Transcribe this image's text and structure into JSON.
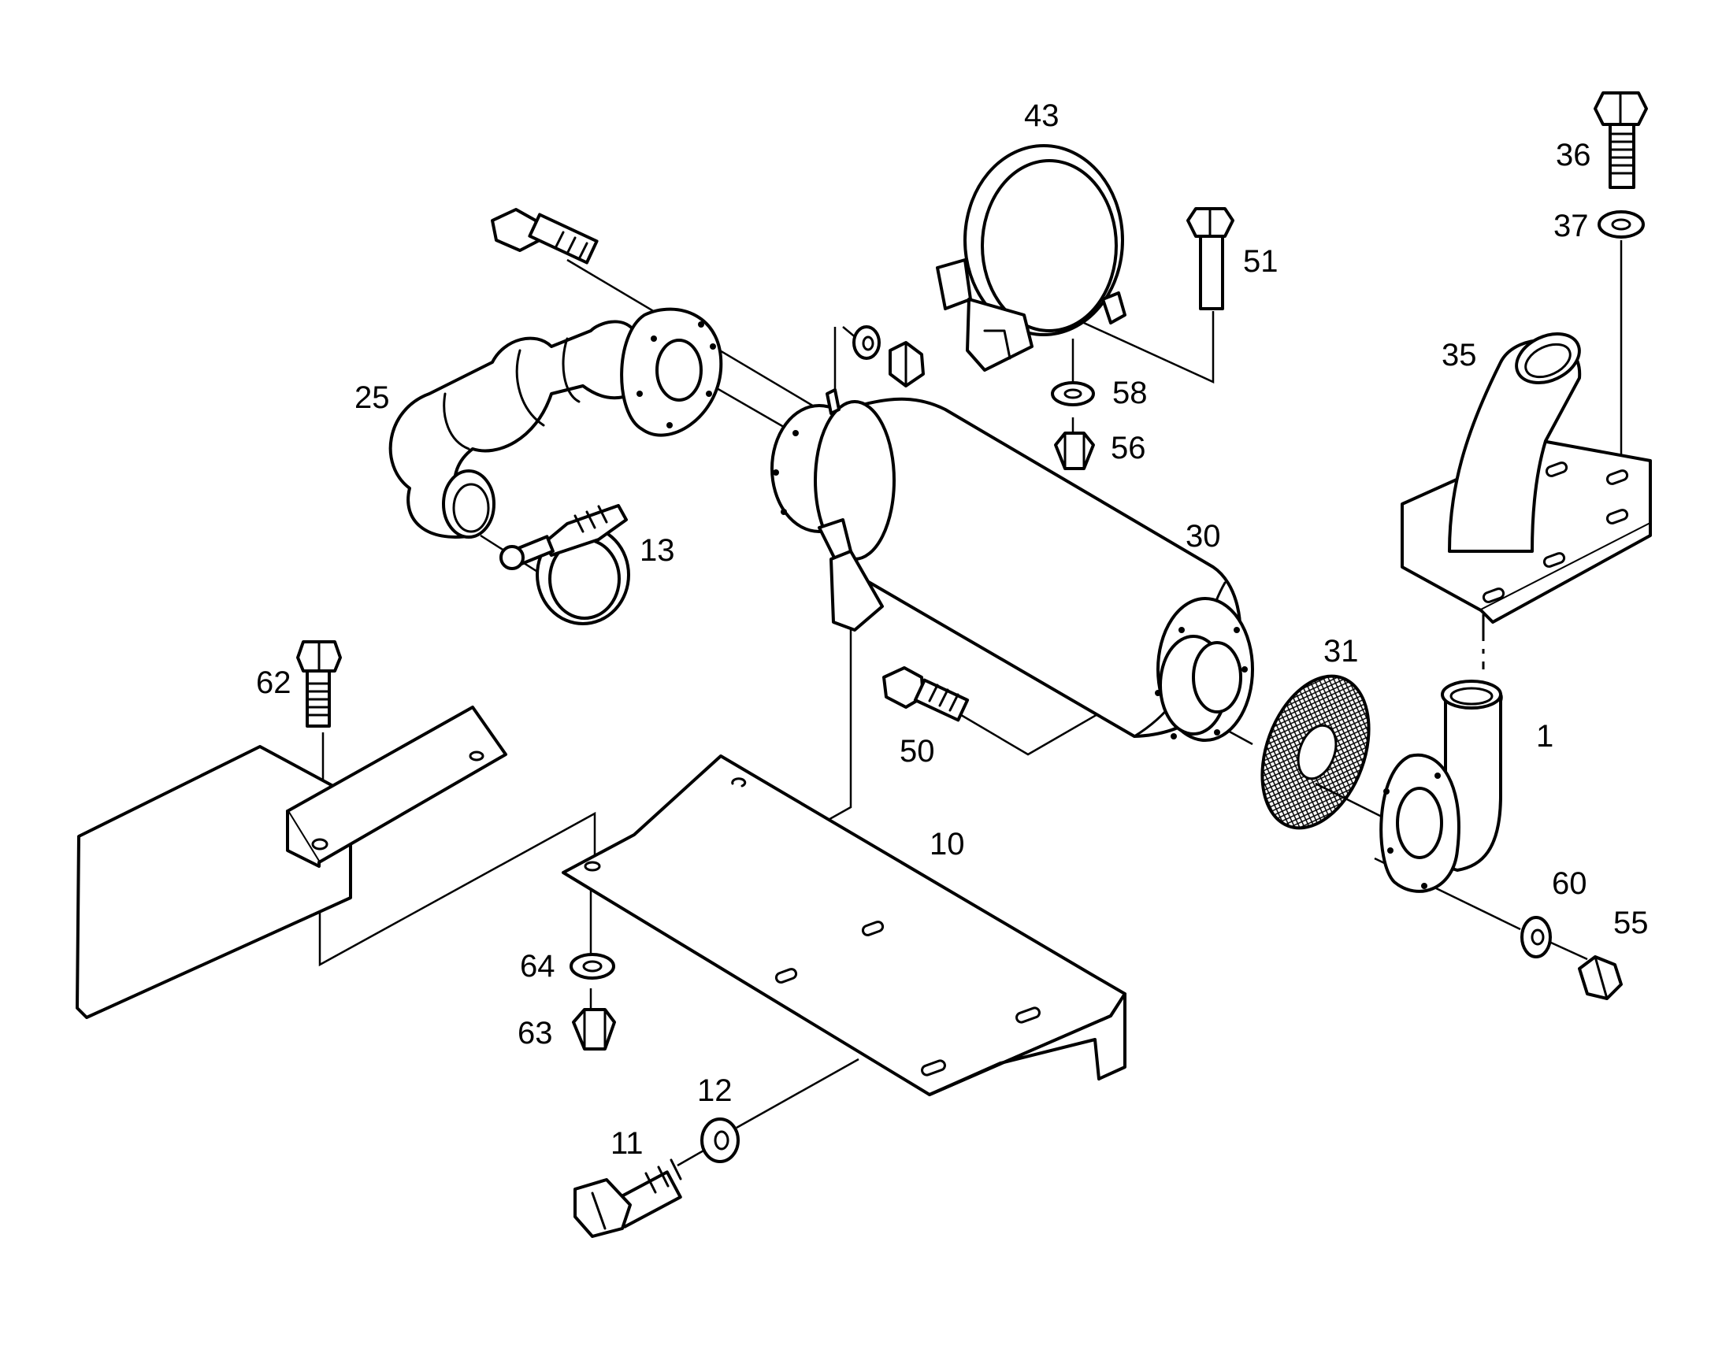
{
  "diagram": {
    "callouts": [
      {
        "id": "43",
        "text": "43"
      },
      {
        "id": "36",
        "text": "36"
      },
      {
        "id": "37",
        "text": "37"
      },
      {
        "id": "51",
        "text": "51"
      },
      {
        "id": "25",
        "text": "25"
      },
      {
        "id": "35",
        "text": "35"
      },
      {
        "id": "58",
        "text": "58"
      },
      {
        "id": "56",
        "text": "56"
      },
      {
        "id": "30",
        "text": "30"
      },
      {
        "id": "13",
        "text": "13"
      },
      {
        "id": "31",
        "text": "31"
      },
      {
        "id": "62",
        "text": "62"
      },
      {
        "id": "1",
        "text": "1"
      },
      {
        "id": "50",
        "text": "50"
      },
      {
        "id": "10",
        "text": "10"
      },
      {
        "id": "60",
        "text": "60"
      },
      {
        "id": "55",
        "text": "55"
      },
      {
        "id": "64",
        "text": "64"
      },
      {
        "id": "63",
        "text": "63"
      },
      {
        "id": "12",
        "text": "12"
      },
      {
        "id": "11",
        "text": "11"
      }
    ]
  }
}
